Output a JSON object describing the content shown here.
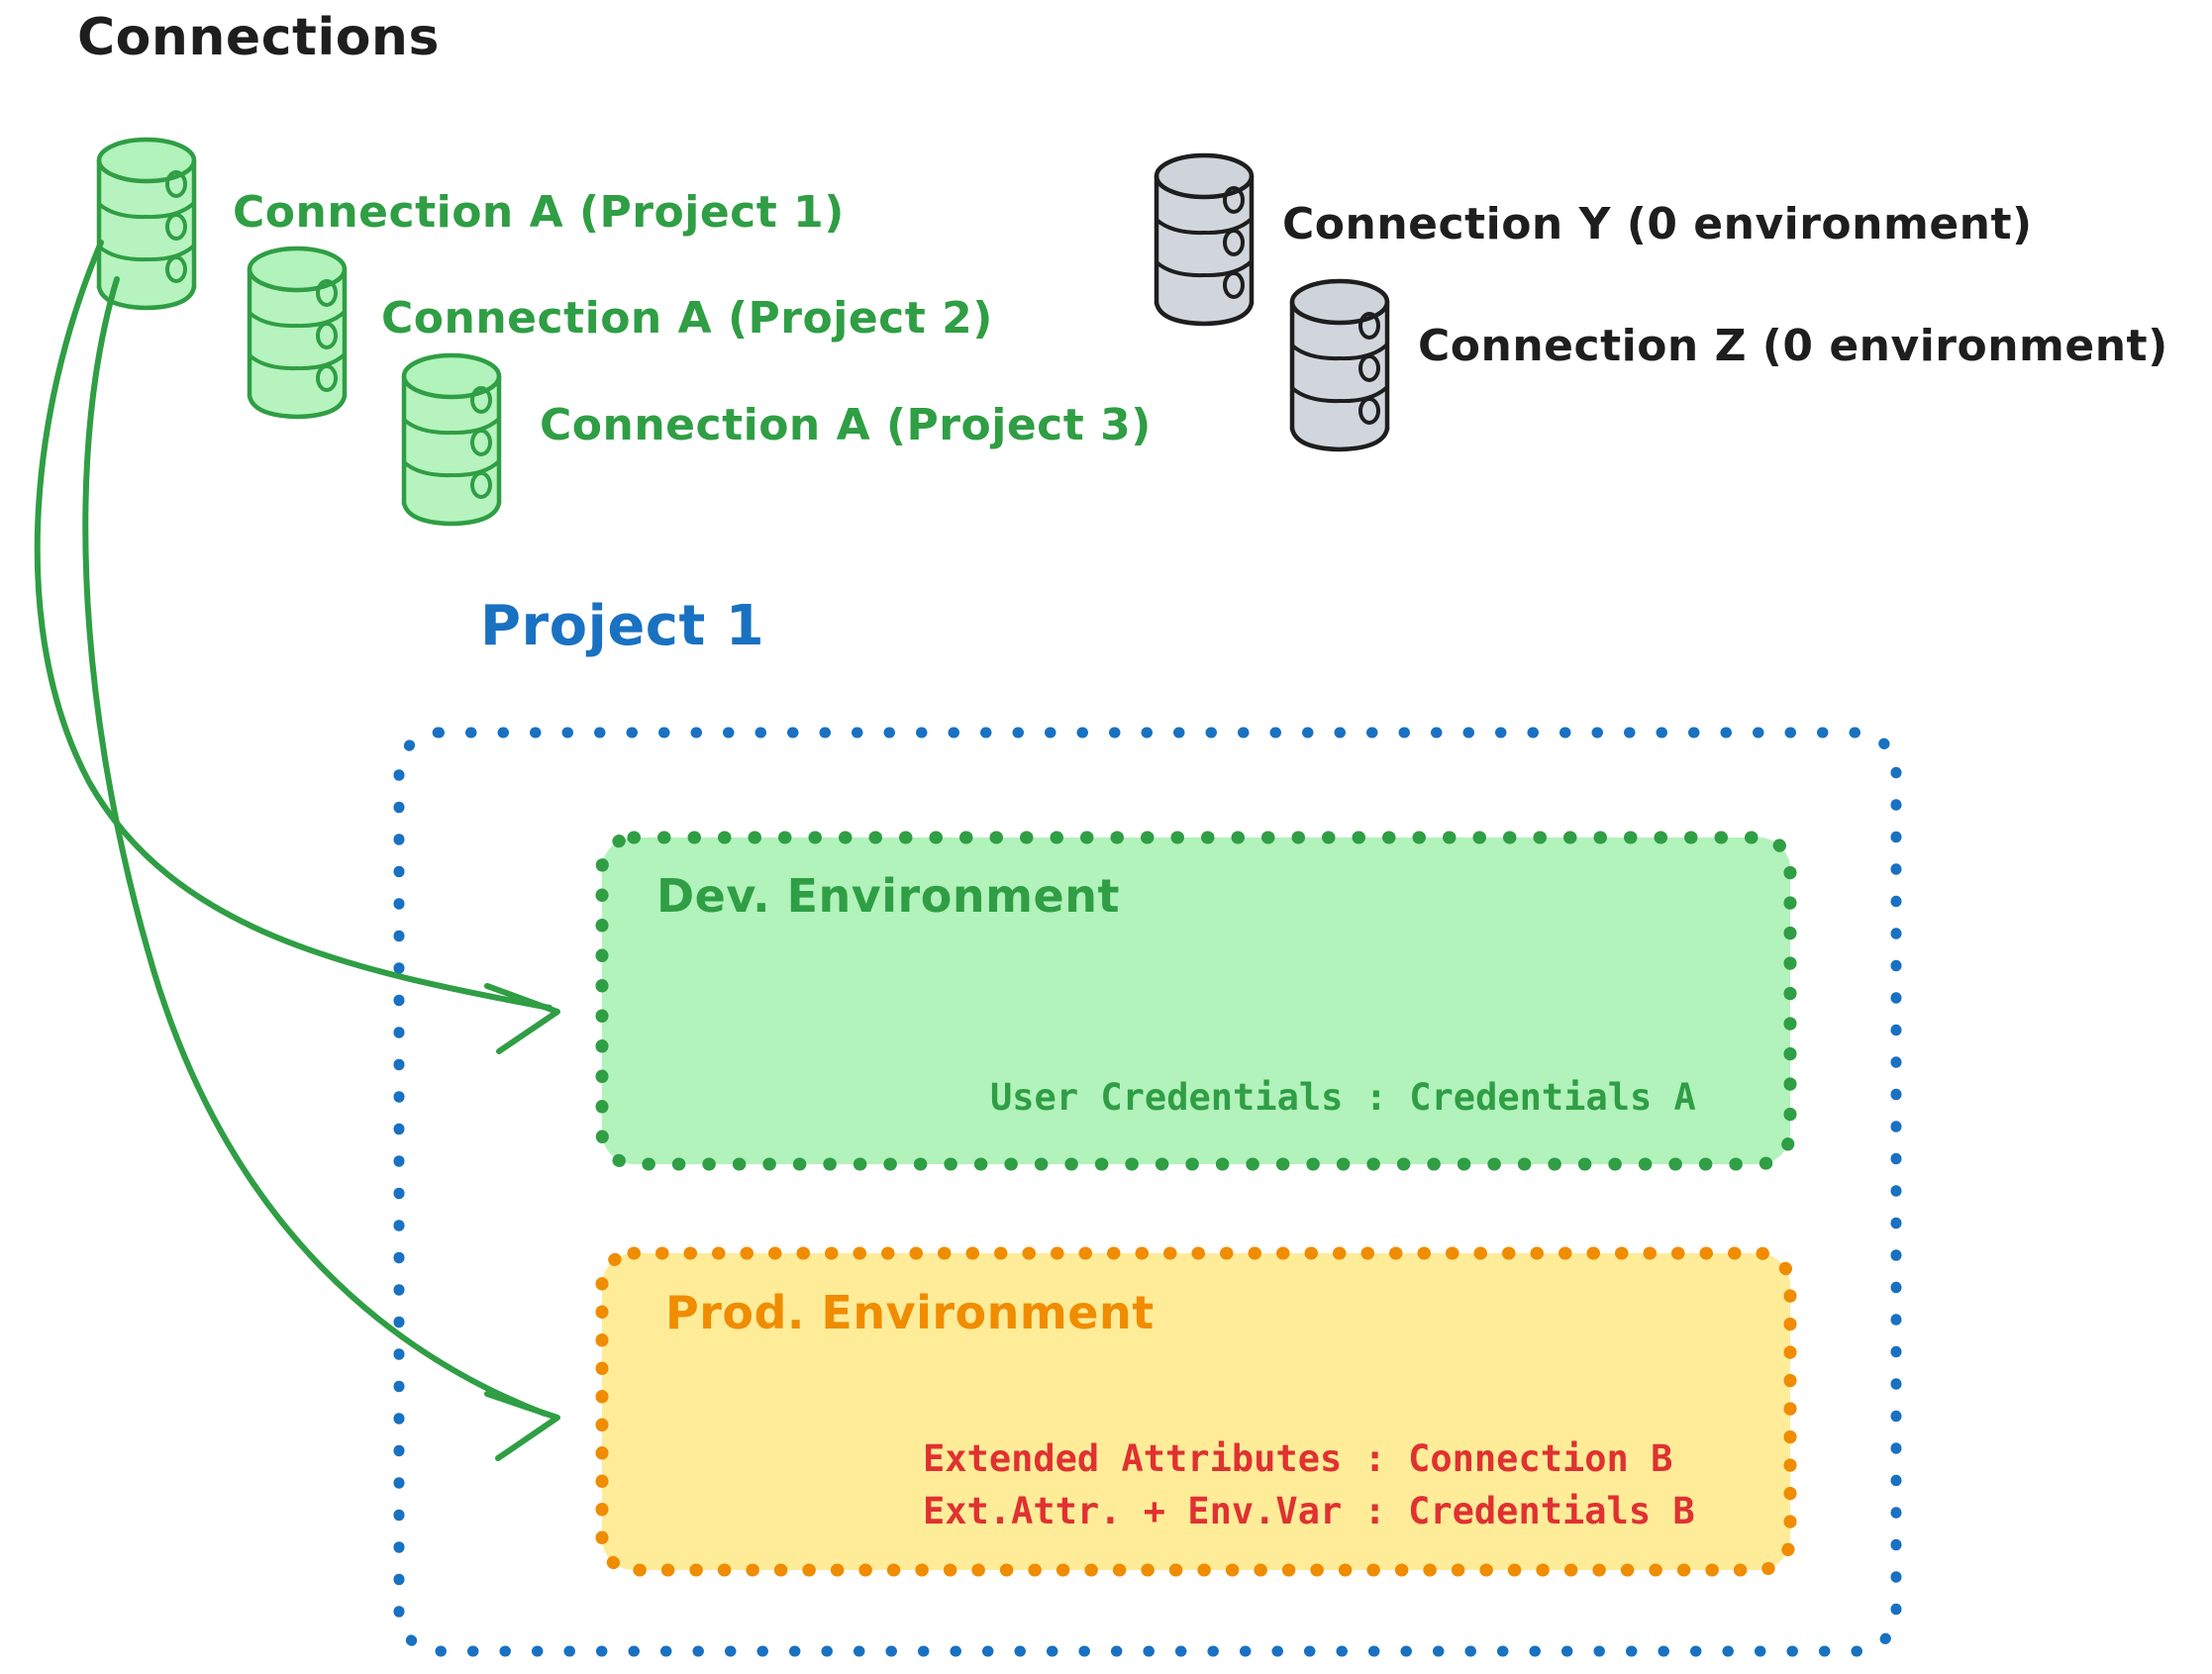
{
  "diagram": {
    "title": "Connections",
    "connections": [
      {
        "label": "Connection A (Project 1)",
        "color": "#2f9e44",
        "icon": "database-cylinder-icon",
        "state": "assigned"
      },
      {
        "label": "Connection A (Project 2)",
        "color": "#2f9e44",
        "icon": "database-cylinder-icon",
        "state": "assigned"
      },
      {
        "label": "Connection A (Project 3)",
        "color": "#2f9e44",
        "icon": "database-cylinder-icon",
        "state": "assigned"
      },
      {
        "label": "Connection Y (0 environment)",
        "color": "#1e1e1e",
        "icon": "database-cylinder-icon",
        "state": "unassigned"
      },
      {
        "label": "Connection Z (0 environment)",
        "color": "#1e1e1e",
        "icon": "database-cylinder-icon",
        "state": "unassigned"
      }
    ],
    "project": {
      "title": "Project 1",
      "color": "#1971c2",
      "environments": [
        {
          "title": "Dev. Environment",
          "accent": "#2f9e44",
          "fill": "#b2f2bb",
          "rows": [
            "User Credentials : Credentials A"
          ]
        },
        {
          "title": "Prod. Environment",
          "accent": "#f08c00",
          "fill": "#ffec99",
          "rows": [
            "Extended Attributes : Connection B",
            "Ext.Attr. + Env.Var : Credentials B"
          ]
        }
      ]
    },
    "arrows": [
      {
        "from": "Connection A (Project 1)",
        "to": "Dev. Environment",
        "color": "#2f9e44"
      },
      {
        "from": "Connection A (Project 1)",
        "to": "Prod. Environment",
        "color": "#2f9e44"
      }
    ],
    "colors": {
      "green_stroke": "#2f9e44",
      "green_fill": "#b2f2bb",
      "gray_stroke": "#1e1e1e",
      "gray_fill": "#ced4da",
      "blue": "#1971c2",
      "orange": "#f08c00",
      "yellow_fill": "#ffec99",
      "red": "#e03131",
      "black": "#1e1e1e"
    }
  }
}
